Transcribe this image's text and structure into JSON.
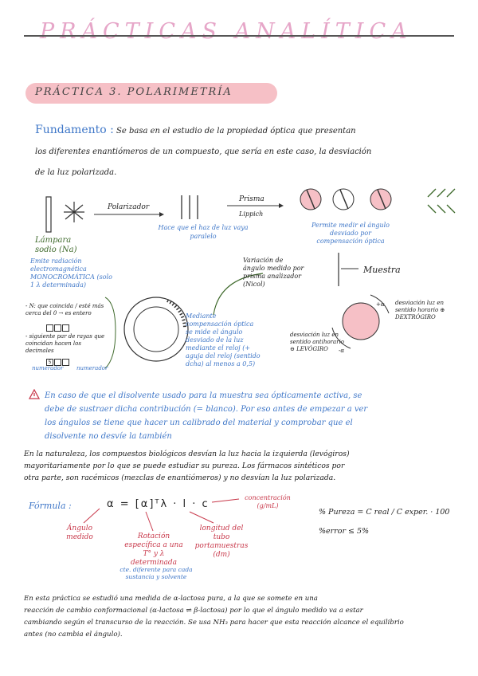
{
  "title": "PRÁCTICAS ANALÍTICA",
  "practice_header": "PRÁCTICA 3. POLARIMETRÍA",
  "fundamento": {
    "label": "Fundamento :",
    "text_line1": "Se basa en el estudio de la propiedad óptica que presentan",
    "text_line2": "los diferentes enantiómeros de un compuesto, que sería en este caso, la desviación",
    "text_line3": "de la luz polarizada."
  },
  "diagram": {
    "lamp_label": "Lámpara sodio (Na)",
    "lamp_desc": "Emite radiación electromagnética MONOCROMÁTICA (solo 1 λ determinada)",
    "polarizer_label": "Polarizador",
    "polarizer_desc": "Hace que el haz de luz vaya paralelo",
    "prism_label": "Prisma",
    "prism_sub": "Lippich",
    "compensation_desc": "Permite medir el ángulo desviado por compensación óptica",
    "variation_desc": "Variación de ángulo medido por prisma analizador (Nicol)",
    "sample_label": "Muestra",
    "reading_desc": "Mediante compensación óptica se mide el ángulo desviado de la luz mediante el reloj (+ aguja del reloj (sentido dcha) al menos a 0,5)",
    "dextro_label": "desviación luz en sentido horario ⊕ DEXTRÓGIRO",
    "levo_label": "desviación luz en sentido antihorario ⊖ LEVÓGIRO",
    "plus_sign": "+α",
    "minus_sign": "-α",
    "scale_note1": "- N: que coincida / esté más cerca del 0 → es entero",
    "scale_note2": "- siguiente par de rayas que coincidan hacen los decimales",
    "scale_box_value": "5",
    "scale_left_label": "numerador",
    "scale_right_label": "numerador"
  },
  "warning": {
    "line1": "En caso de que el disolvente usado para la muestra sea ópticamente activa, se",
    "line2": "debe de sustraer dicha contribución (= blanco). Por eso antes de empezar a ver",
    "line3": "los ángulos se tiene que hacer un calibrado del material y comprobar que el",
    "line4": "disolvente no desvíe la también"
  },
  "nature": {
    "line1": "En la naturaleza, los compuestos biológicos desvían la luz hacia la izquierda (levógiros)",
    "line2": "mayoritariamente por lo que se puede estudiar su pureza. Los fármacos sintéticos por",
    "line3": "otra parte, son racémicos (mezclas de enantiómeros) y no desvían la luz polarizada."
  },
  "formula": {
    "label": "Fórmula :",
    "main": "α = [α]ᵀλ · l · c",
    "angle_label": "Ángulo medido",
    "rotation_label": "Rotación específica a una T° y λ determinada",
    "rotation_note": "cte. diferente para cada sustancia y solvente",
    "length_label": "longitud del tubo portamuestras (dm)",
    "conc_label": "concentración (g/mL)",
    "purity": "% Pureza = C real / C exper. · 100",
    "error": "%error ≤ 5%"
  },
  "closing": {
    "line1": "En esta práctica se estudió una medida de α-lactosa pura, a la que se somete en una",
    "line2": "reacción de cambio conformacional (α-lactosa ⇌ β-lactosa) por lo que el ángulo medido va a estar",
    "line3": "cambiando según el transcurso de la reacción. Se usa NH₃ para hacer que esta reacción alcance el equilibrio",
    "line4": "antes (no cambia el ángulo)."
  },
  "colors": {
    "pink": "#f6c0c6",
    "blue": "#3f77c8",
    "green": "#3f6a2c",
    "red": "#c8384a"
  }
}
